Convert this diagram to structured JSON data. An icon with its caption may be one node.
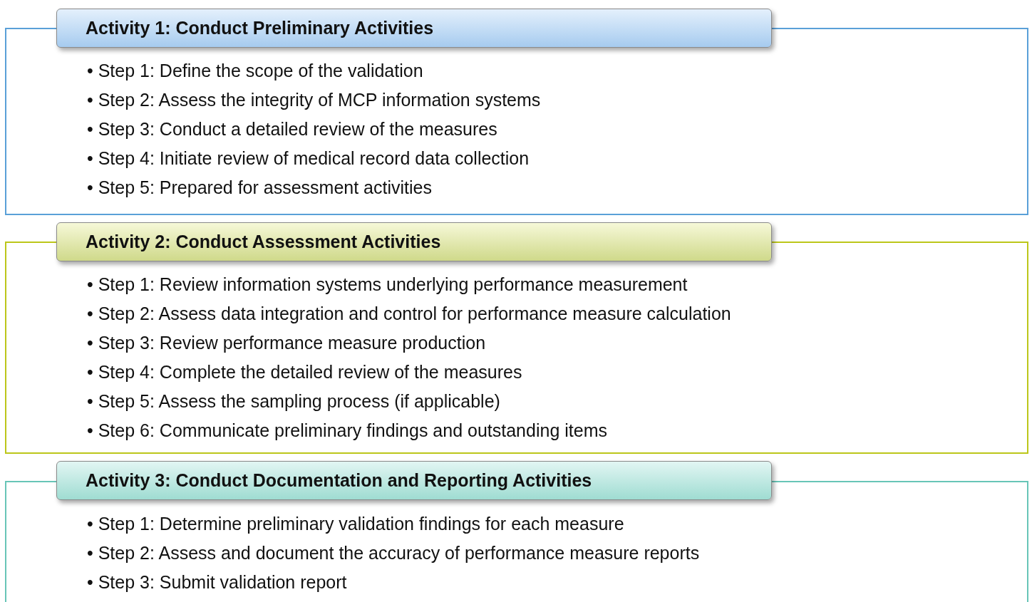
{
  "diagram": {
    "nodes": [
      {
        "text": [
          "Activity 1: Conduct Preliminary Activities"
        ]
      },
      {
        "text": [
          "• Step 1: Define the scope of the validation",
          "• Step 2: Assess the integrity of MCP information systems",
          "• Step 3: Conduct a detailed review of the measures",
          "• Step 4: Initiate review of medical record data collection",
          "• Step 5: Prepared for assessment activities"
        ]
      },
      {
        "text": [
          "Activity 2: Conduct Assessment Activities"
        ]
      },
      {
        "text": [
          "• Step 1: Review information systems underlying performance measurement",
          "• Step 2: Assess data integration and control for performance measure calculation",
          "• Step 3: Review performance measure production",
          "• Step 4: Complete the detailed review of the measures",
          "• Step 5: Assess the sampling process (if applicable)",
          "• Step 6: Communicate preliminary findings and outstanding items"
        ]
      },
      {
        "text": [
          "Activity 3: Conduct Documentation and Reporting Activities"
        ]
      },
      {
        "text": [
          "• Step 1: Determine preliminary validation findings for each measure",
          "• Step 2: Assess and document the accuracy of performance measure reports",
          "• Step 3: Submit validation report"
        ]
      }
    ]
  }
}
